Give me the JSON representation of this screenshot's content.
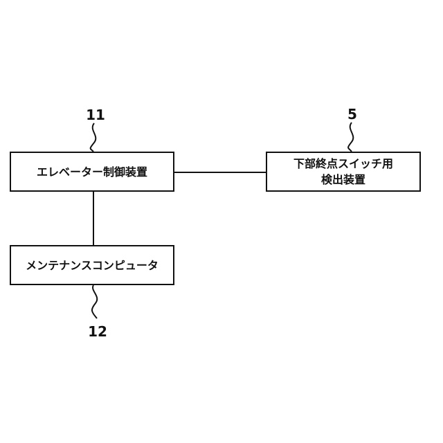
{
  "nodes": {
    "controller": {
      "label": "エレベーター制御装置",
      "ref": "11"
    },
    "switch_detector": {
      "label_line1": "下部終点スイッチ用",
      "label_line2": "検出装置",
      "ref": "5"
    },
    "maintenance_computer": {
      "label": "メンテナンスコンピュータ",
      "ref": "12"
    }
  },
  "colors": {
    "stroke": "#111111",
    "background": "#ffffff"
  }
}
